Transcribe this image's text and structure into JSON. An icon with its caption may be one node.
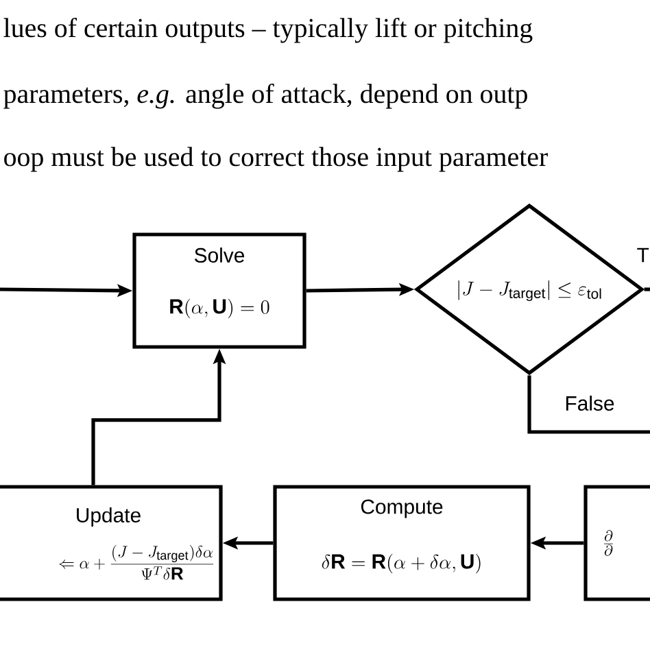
{
  "diagram": {
    "nodes": [
      {
        "text": [
          "Solve",
          "\\mathbf{R}(\\alpha, \\mathbf{U}) = 0"
        ]
      },
      {
        "text": [
          "|J - J_{\\mathrm{target}}| \\leq \\varepsilon_{\\mathrm{tol}}"
        ]
      },
      {
        "text": [
          "Update",
          "\\Leftarrow \\alpha + \\frac{(J - J_{\\mathrm{target}})\\delta\\alpha}{\\Psi^{T}\\delta\\mathbf{R}}"
        ]
      },
      {
        "text": [
          "Compute",
          "\\delta\\mathbf{R} = \\mathbf{R}(\\alpha + \\delta\\alpha, \\mathbf{U})"
        ]
      },
      {
        "text": [
          "\\frac{\\partial}{\\partial}"
        ]
      }
    ],
    "edges": [
      {
        "from": null,
        "to": 0,
        "arrow": "to"
      },
      {
        "from": 0,
        "to": 1,
        "arrow": "to"
      },
      {
        "from": 1,
        "to": null,
        "label": "T",
        "arrow": "none"
      },
      {
        "from": 1,
        "to": null,
        "label": "False",
        "arrow": "none"
      },
      {
        "from": 4,
        "to": 3,
        "arrow": "to"
      },
      {
        "from": 3,
        "to": 2,
        "arrow": "to"
      },
      {
        "from": 2,
        "to": 0,
        "arrow": "to"
      }
    ],
    "labels": [
      "lues of certain outputs – typically lift or pitching",
      "parameters, *e.g.* angle of attack, depend on outp",
      "oop must be used to correct those input parameter"
    ]
  }
}
